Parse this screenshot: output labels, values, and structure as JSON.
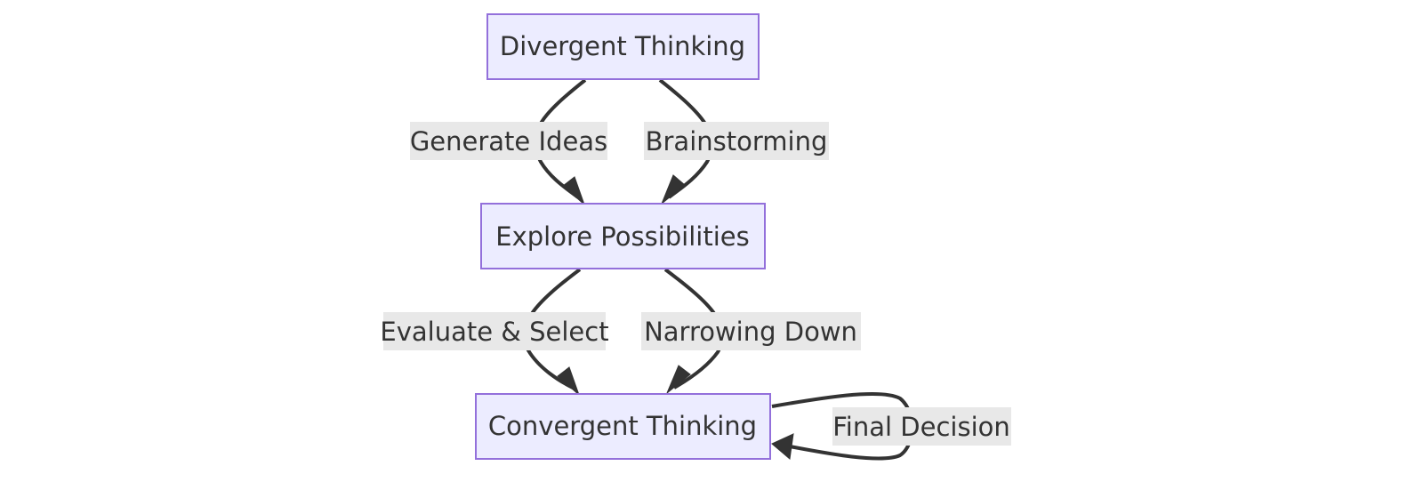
{
  "diagram": {
    "nodes": {
      "divergent": "Divergent Thinking",
      "explore": "Explore Possibilities",
      "convergent": "Convergent Thinking"
    },
    "edges": {
      "generate_ideas": "Generate Ideas",
      "brainstorming": "Brainstorming",
      "evaluate_select": "Evaluate & Select",
      "narrowing_down": "Narrowing Down",
      "final_decision": "Final Decision"
    },
    "colors": {
      "node_fill": "#ececff",
      "node_stroke": "#9370db",
      "edge": "#333333",
      "label_bg": "#e8e8e8",
      "text": "#333333"
    }
  }
}
